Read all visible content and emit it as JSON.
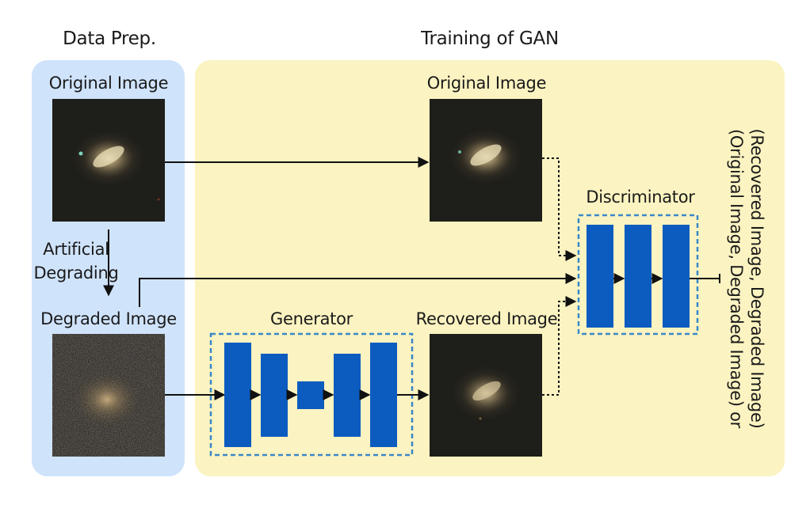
{
  "sections": {
    "data_prep_title": "Data Prep.",
    "training_title": "Training of GAN"
  },
  "images": {
    "original_prep": "Original Image",
    "degraded": "Degraded Image",
    "original_training": "Original Image",
    "recovered": "Recovered Image"
  },
  "steps": {
    "degrading_line1": "Artificial",
    "degrading_line2": "Degrading"
  },
  "blocks": {
    "generator": "Generator",
    "discriminator": "Discriminator"
  },
  "output": {
    "line1": "(Original Image, Degraded Image) or",
    "line2": "(Recovered Image, Degraded Image)"
  },
  "colors": {
    "prep_background": "#cfe3fb",
    "training_background": "#fbf3c1",
    "layer_blue": "#0c5cc0",
    "dashed_border": "#3a88c8"
  }
}
